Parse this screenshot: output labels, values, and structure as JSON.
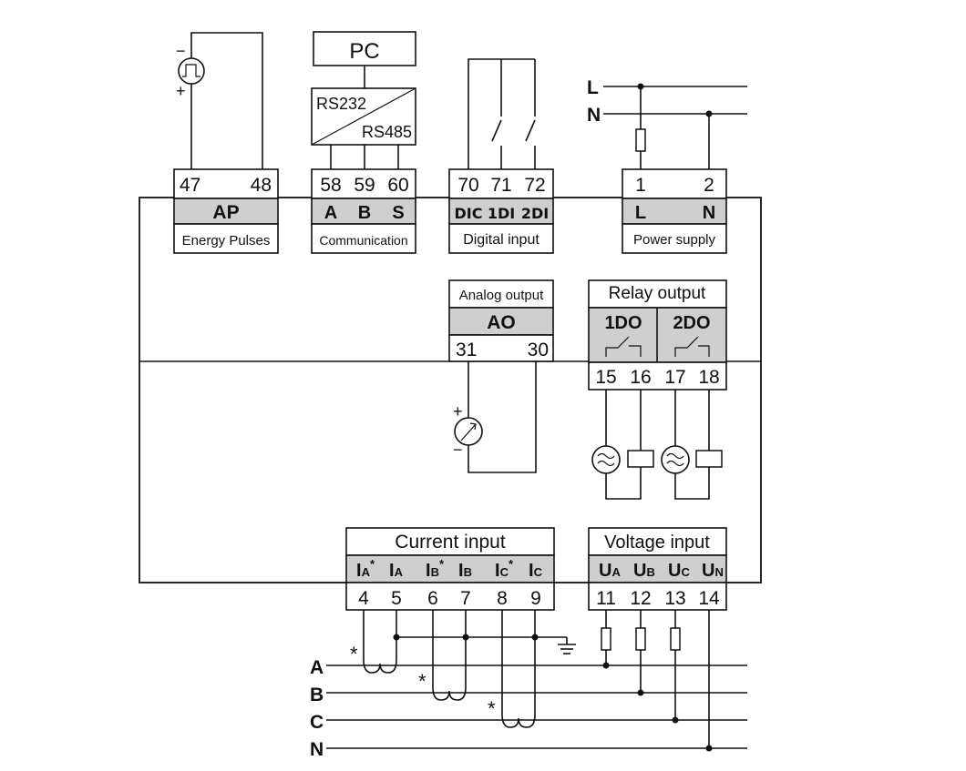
{
  "terminal_groups": {
    "energy": {
      "numbers": [
        "47",
        "48"
      ],
      "function": "AP",
      "caption": "Energy Pulses"
    },
    "comm": {
      "numbers": [
        "58",
        "59",
        "60"
      ],
      "functions": [
        "A",
        "B",
        "S"
      ],
      "caption": "Communication"
    },
    "digital": {
      "numbers": [
        "70",
        "71",
        "72"
      ],
      "functions": [
        "DIC",
        "1DI",
        "2DI"
      ],
      "caption": "Digital input"
    },
    "power": {
      "numbers": [
        "1",
        "2"
      ],
      "functions": [
        "L",
        "N"
      ],
      "caption": "Power supply"
    },
    "analog": {
      "title": "Analog output",
      "function": "AO",
      "numbers": [
        "31",
        "30"
      ]
    },
    "relay": {
      "title": "Relay output",
      "functions": [
        "1DO",
        "2DO"
      ],
      "numbers": [
        "15",
        "16",
        "17",
        "18"
      ]
    },
    "current": {
      "title": "Current input",
      "functions": [
        {
          "main": "I",
          "sub": "A",
          "star": "*"
        },
        {
          "main": "I",
          "sub": "A",
          "star": ""
        },
        {
          "main": "I",
          "sub": "B",
          "star": "*"
        },
        {
          "main": "I",
          "sub": "B",
          "star": ""
        },
        {
          "main": "I",
          "sub": "C",
          "star": "*"
        },
        {
          "main": "I",
          "sub": "C",
          "star": ""
        }
      ],
      "numbers": [
        "4",
        "5",
        "6",
        "7",
        "8",
        "9"
      ]
    },
    "voltage": {
      "title": "Voltage input",
      "functions": [
        {
          "main": "U",
          "sub": "A"
        },
        {
          "main": "U",
          "sub": "B"
        },
        {
          "main": "U",
          "sub": "C"
        },
        {
          "main": "U",
          "sub": "N"
        }
      ],
      "numbers": [
        "11",
        "12",
        "13",
        "14"
      ]
    }
  },
  "external": {
    "pc": "PC",
    "converter_top": "RS232",
    "converter_bottom": "RS485",
    "supply_lines": [
      "L",
      "N"
    ],
    "phase_lines": [
      "A",
      "B",
      "C",
      "N"
    ],
    "polarity_plus": "+",
    "polarity_minus": "−",
    "ct_star": "*"
  },
  "colors": {
    "terminal_fill": "#cfcfcf",
    "line": "#111111"
  },
  "icons": [
    "pulse-meter-icon",
    "ammeter-icon",
    "ac-source-icon",
    "relay-coil-icon",
    "fuse-icon",
    "ground-icon",
    "switch-icon",
    "relay-contact-icon",
    "current-transformer-icon"
  ]
}
